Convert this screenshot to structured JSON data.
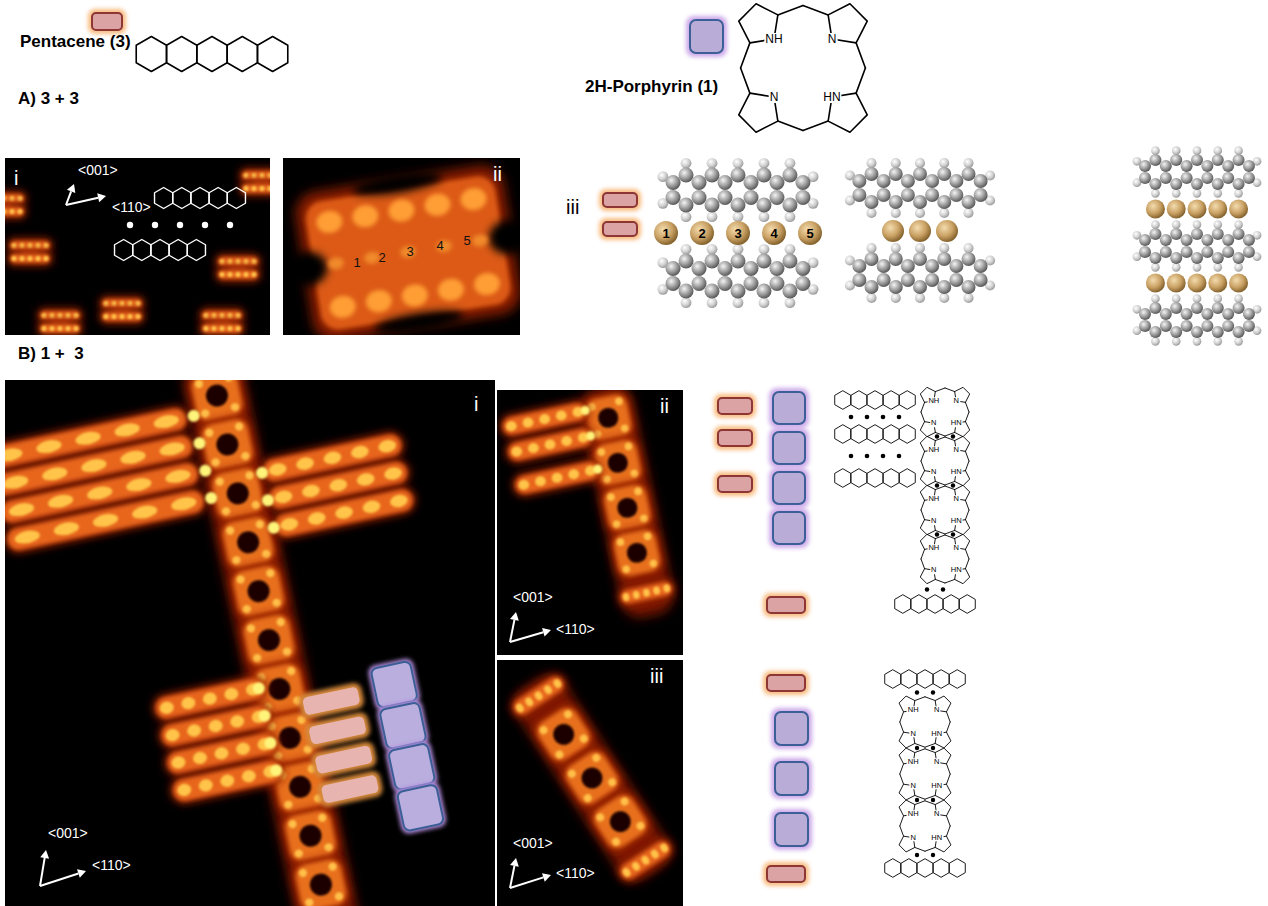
{
  "diagram": {
    "nodes": [
      {
        "text": [
          "i",
          "<001>",
          "<110>"
        ]
      },
      {
        "text": [
          "ii",
          "1",
          "2",
          "3",
          "4",
          "5"
        ]
      },
      {
        "text": [
          "i",
          "<001>",
          "<110>"
        ]
      },
      {
        "text": [
          "ii",
          "<001>",
          "<110>"
        ]
      },
      {
        "text": [
          "iii",
          "<001>",
          "<110>"
        ]
      }
    ],
    "labels": [
      "Pentacene (3)",
      "2H-Porphyrin (1)",
      "A) 3 + 3",
      "iii",
      "1",
      "2",
      "3",
      "4",
      "5",
      "B) 1 +  3",
      "NH",
      "N",
      "N",
      "HN",
      "NH",
      "N",
      "N",
      "HN",
      "NH",
      "N",
      "N",
      "HN",
      "NH",
      "N",
      "N",
      "HN",
      "NH",
      "N",
      "N",
      "HN",
      "NH",
      "N",
      "N",
      "HN",
      "NH",
      "N",
      "N",
      "HN",
      "NH",
      "N",
      "N",
      "HN"
    ]
  }
}
